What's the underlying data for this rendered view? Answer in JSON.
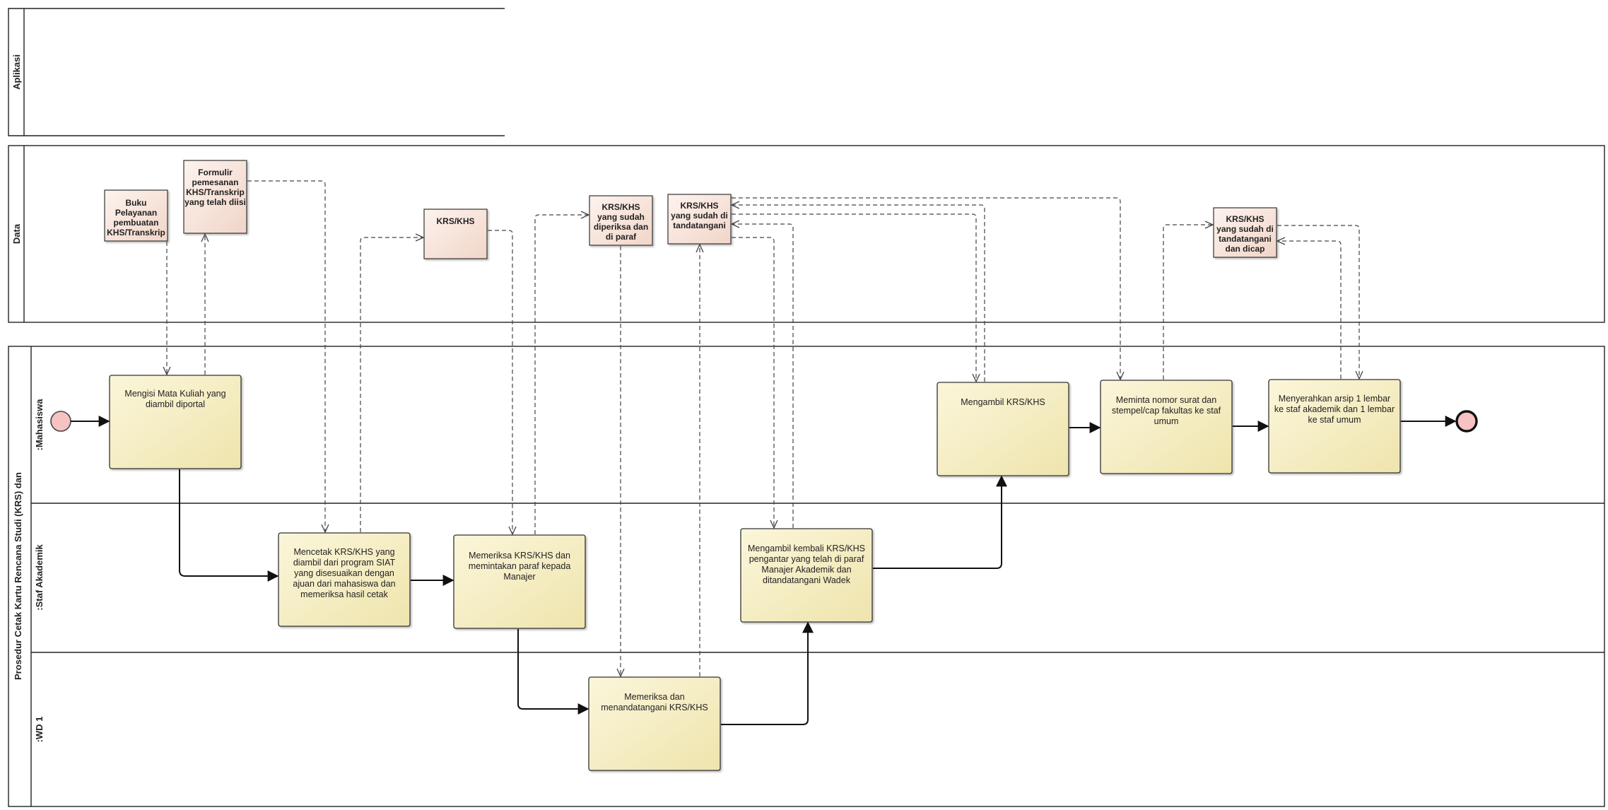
{
  "pools": {
    "aplikasi": "Aplikasi",
    "data": "Data",
    "process": "Prosedur Cetak Kartu Rencana Studi (KRS) dan"
  },
  "lanes": {
    "mahasiswa": ":Mahasiswa",
    "staf": ":Staf Akademik",
    "wd": ":WD 1"
  },
  "data_objects": {
    "buku": "Buku Pelayanan pembuatan KHS/Transkrip",
    "formulir": "Formulir pemesanan KHS/Transkrip yang telah diisi",
    "krs": "KRS/KHS",
    "diparaf": "KRS/KHS yang sudah diperiksa dan di paraf",
    "ditandatangani": "KRS/KHS yang sudah di tandatangani",
    "dicap": "KRS/KHS yang sudah di tandatangani dan dicap"
  },
  "tasks": {
    "t1": "Mengisi Mata Kuliah yang diambil diportal",
    "t2": "Mencetak KRS/KHS yang diambil dari program SIAT yang disesuaikan dengan ajuan dari mahasiswa dan memeriksa hasil cetak",
    "t3": "Memeriksa KRS/KHS dan memintakan paraf kepada Manajer",
    "t4": "Memeriksa dan menandatangani KRS/KHS",
    "t5": "Mengambil kembali KRS/KHS pengantar yang telah di paraf Manajer Akademik dan ditandatangani Wadek",
    "t6": "Mengambil KRS/KHS",
    "t7": "Meminta nomor surat dan stempel/cap fakultas ke staf umum",
    "t8": "Menyerahkan arsip 1 lembar ke staf akademik dan 1 lembar ke staf umum"
  },
  "colors": {
    "task_fill_top": "#fbf6da",
    "task_fill_bottom": "#f0e6b0",
    "data_fill_top": "#fdf3ee",
    "data_fill_bottom": "#f2d7cb",
    "event_fill": "#f6c2c2"
  }
}
